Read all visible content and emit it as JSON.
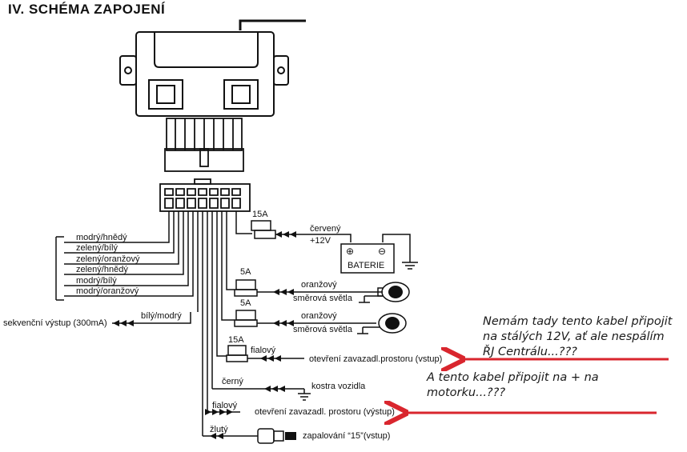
{
  "title": "IV. SCHÉMA ZAPOJENÍ",
  "wires_left": [
    "modrý/hnědý",
    "zelený/bílý",
    "zelený/oranžový",
    "zelený/hnědý",
    "modrý/bílý",
    "modrý/oranžový"
  ],
  "sequential_wire": "bílý/modrý",
  "sequential_output": "sekvenční výstup (300mA)",
  "fuse_15a": "15A",
  "fuse_5a": "5A",
  "red_wire": "červený",
  "plus_12v": "+12V",
  "battery": "BATERIE",
  "orange": "oranžový",
  "turn_lights": "směrová světla",
  "purple": "fialový",
  "trunk_input": "otevření zavazadl.prostoru (vstup)",
  "black": "černý",
  "ground": "kostra vozidla",
  "trunk_output": "otevření zavazadl. prostoru (výstup)",
  "yellow": "žlutý",
  "ignition": "zapalování  “15”(vstup)",
  "note1": "Nemám tady tento kabel připojit\nna stálých 12V, ať ale nespálím\nŘJ Centrálu...???",
  "note2": "A tento kabel připojit na + na\nmotorku...???",
  "arrow_color": "#d9262e"
}
